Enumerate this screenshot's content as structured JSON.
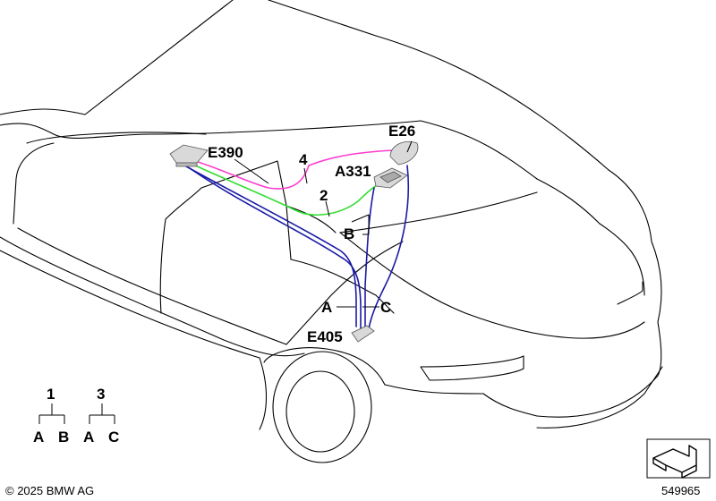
{
  "components": {
    "e390": "E390",
    "e26": "E26",
    "a331": "A331",
    "e405": "E405"
  },
  "wire_labels": {
    "w4": "4",
    "w2": "2",
    "b": "B",
    "a": "A",
    "c": "C"
  },
  "legend": {
    "group1": {
      "num": "1",
      "left": "A",
      "right": "B"
    },
    "group3": {
      "num": "3",
      "left": "A",
      "right": "C"
    }
  },
  "footer": {
    "copyright": "© 2025 BMW AG",
    "diagram_number": "549965"
  },
  "colors": {
    "wire_pink": "#ff3ccf",
    "wire_green": "#33dd33",
    "wire_blue": "#1a1aa6",
    "outline": "#000000",
    "component_fill": "#d9d9d9"
  }
}
